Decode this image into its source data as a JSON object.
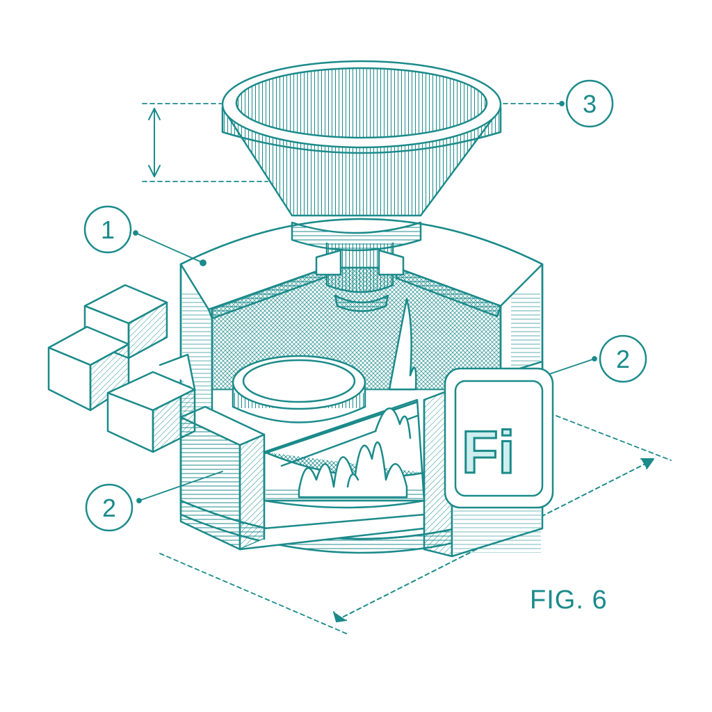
{
  "figure": {
    "caption": "FIG. 6",
    "badge_text": "Fi",
    "line_color": "#1b8a8a",
    "fill_color": "#cfeeee",
    "callouts": [
      {
        "id": "callout-1",
        "label": "1"
      },
      {
        "id": "callout-2-left",
        "label": "2"
      },
      {
        "id": "callout-2-right",
        "label": "2"
      },
      {
        "id": "callout-3",
        "label": "3"
      }
    ]
  }
}
